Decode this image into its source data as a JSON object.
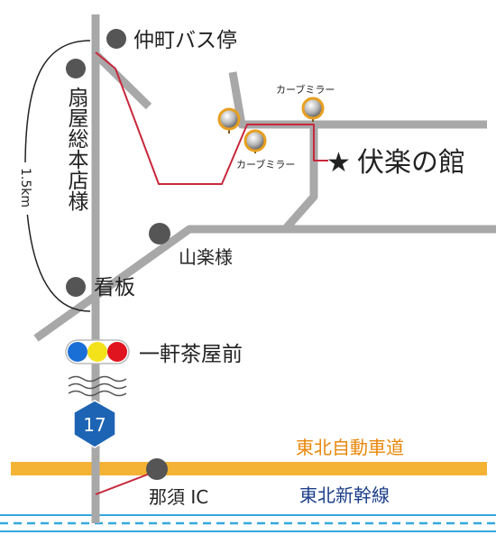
{
  "map": {
    "landmarks": {
      "nakamachi_bus_stop": "仲町バス停",
      "ogiya_store": "扇屋総本店様",
      "signboard": "看板",
      "sanraku": "山楽様",
      "ikken_chaya": "一軒茶屋前",
      "nasu_ic": "那須 IC"
    },
    "destination": "伏楽の館",
    "curve_mirror": "カーブミラー",
    "distance": "1.5km",
    "route_number": "17",
    "expressway": "東北自動車道",
    "railway": "東北新幹線",
    "colors": {
      "road": "#a8a8a8",
      "route": "#c8283c",
      "expressway": "#f5b335",
      "railway": "#34a8e0",
      "route_shield": "#1e64b4",
      "traffic_blue": "#1a6fd6",
      "traffic_yellow": "#f3e21a",
      "traffic_red": "#e0141e"
    }
  }
}
